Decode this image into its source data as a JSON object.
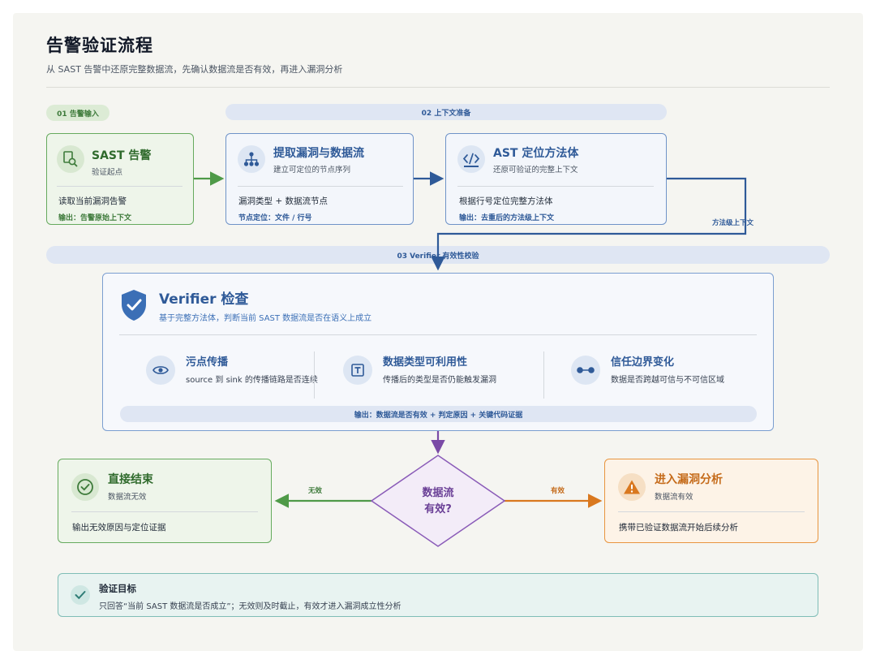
{
  "header": {
    "title": "告警验证流程",
    "subtitle": "从 SAST 告警中还原完整数据流，先确认数据流是否有效，再进入漏洞分析"
  },
  "stages": {
    "s1": "01 告警输入",
    "s2": "02 上下文准备",
    "s3": "03 Verifier 有效性校验"
  },
  "cards": {
    "sast": {
      "title": "SAST 告警",
      "sub": "验证起点",
      "body": "读取当前漏洞告警",
      "out": "输出：告警原始上下文",
      "icon": "document-search-icon"
    },
    "extract": {
      "title": "提取漏洞与数据流",
      "sub": "建立可定位的节点序列",
      "body": "漏洞类型 + 数据流节点",
      "out": "节点定位：文件 / 行号",
      "icon": "tree-nodes-icon"
    },
    "ast": {
      "title": "AST 定位方法体",
      "sub": "还原可验证的完整上下文",
      "body": "根据行号定位完整方法体",
      "out": "输出：去重后的方法级上下文",
      "icon": "code-icon"
    }
  },
  "edge_labels": {
    "method_context": "方法级上下文",
    "invalid": "无效",
    "valid": "有效"
  },
  "verifier": {
    "title": "Verifier 检查",
    "sub": "基于完整方法体，判断当前 SAST 数据流是否在语义上成立",
    "icon": "shield-check-icon",
    "checks": [
      {
        "title": "污点传播",
        "desc": "source 到 sink 的传播链路是否连续",
        "icon": "eye-icon"
      },
      {
        "title": "数据类型可利用性",
        "desc": "传播后的类型是否仍能触发漏洞",
        "icon": "type-icon"
      },
      {
        "title": "信任边界变化",
        "desc": "数据是否跨越可信与不可信区域",
        "icon": "boundary-icon"
      }
    ],
    "output": "输出：数据流是否有效 + 判定原因 + 关键代码证据"
  },
  "decision": {
    "line1": "数据流",
    "line2": "有效?"
  },
  "results": {
    "end": {
      "title": "直接结束",
      "sub": "数据流无效",
      "body": "输出无效原因与定位证据",
      "icon": "check-circle-icon"
    },
    "analysis": {
      "title": "进入漏洞分析",
      "sub": "数据流有效",
      "body": "携带已验证数据流开始后续分析",
      "icon": "warning-icon"
    }
  },
  "goal": {
    "title": "验证目标",
    "desc": "只回答“当前 SAST 数据流是否成立”；无效则及时截止，有效才进入漏洞成立性分析",
    "icon": "check-icon"
  },
  "colors": {
    "green": "#4f9a48",
    "blue": "#2f5a98",
    "orange": "#d9781f",
    "purple": "#7a4aa6",
    "teal": "#3f8f88"
  }
}
